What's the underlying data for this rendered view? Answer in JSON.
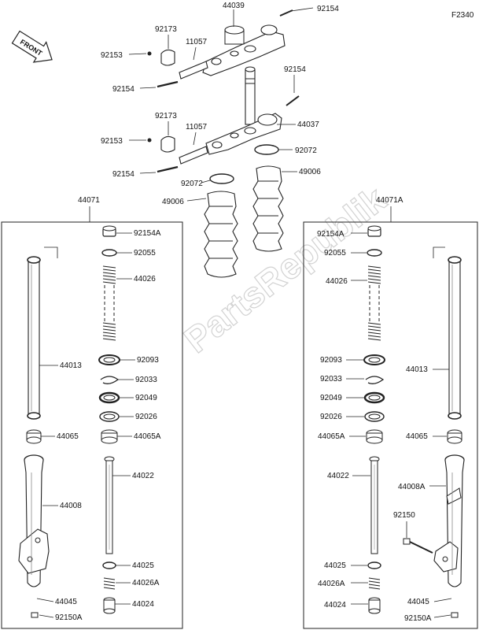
{
  "diagram_code": "F2340",
  "front_label": "FRONT",
  "watermark": "PartsRepublik",
  "colors": {
    "line": "#222222",
    "watermark": "#d2d2d2",
    "background": "#ffffff"
  },
  "labels": {
    "p44039": "44039",
    "p92154_top": "92154",
    "p92173_a": "92173",
    "p11057_a": "11057",
    "p92153_a": "92153",
    "p92154_a": "92154",
    "p92154_b": "92154",
    "p92173_b": "92173",
    "p11057_b": "11057",
    "p44037": "44037",
    "p92153_b": "92153",
    "p92072_a": "92072",
    "p92154_c": "92154",
    "p49006_a": "49006",
    "p92072_b": "92072",
    "p49006_b": "49006",
    "left": {
      "box": "44071",
      "p92154A": "92154A",
      "p92055": "92055",
      "p44026": "44026",
      "p44013": "44013",
      "p92093": "92093",
      "p92033": "92033",
      "p92049": "92049",
      "p92026": "92026",
      "p44065": "44065",
      "p44065A": "44065A",
      "p44022": "44022",
      "p44008": "44008",
      "p44025": "44025",
      "p44026A": "44026A",
      "p44045": "44045",
      "p44024": "44024",
      "p92150A": "92150A"
    },
    "right": {
      "box": "44071A",
      "p92154A": "92154A",
      "p92055": "92055",
      "p44026": "44026",
      "p92093": "92093",
      "p44013": "44013",
      "p92033": "92033",
      "p92049": "92049",
      "p92026": "92026",
      "p44065A": "44065A",
      "p44065": "44065",
      "p44022": "44022",
      "p44008A": "44008A",
      "p92150": "92150",
      "p44025": "44025",
      "p44026A": "44026A",
      "p44045": "44045",
      "p44024": "44024",
      "p92150A": "92150A"
    }
  }
}
